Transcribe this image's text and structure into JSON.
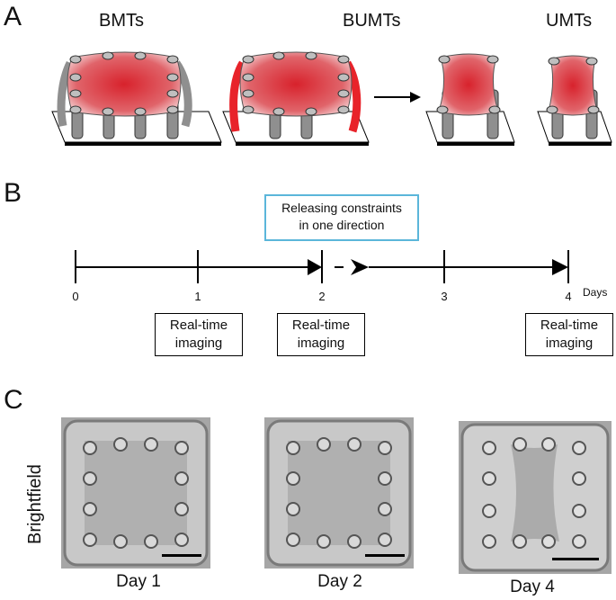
{
  "panels": {
    "a": "A",
    "b": "B",
    "c": "C"
  },
  "conditions": [
    "BMTs",
    "BUMTs",
    "UMTs"
  ],
  "timeline": {
    "days": [
      "0",
      "1",
      "2",
      "3",
      "4"
    ],
    "units": "Days",
    "callout": [
      "Releasing constraints",
      "in one direction"
    ],
    "imaging": [
      "Real-time",
      "imaging"
    ]
  },
  "micrographs": {
    "row_label": "Brightfield",
    "days": [
      "Day 1",
      "Day 2",
      "Day 4"
    ]
  },
  "colors": {
    "tissue": "#d9575e",
    "tissue_released": "#e8232a",
    "pillar": "#8f8f8f",
    "callout": "#5bb6da"
  }
}
